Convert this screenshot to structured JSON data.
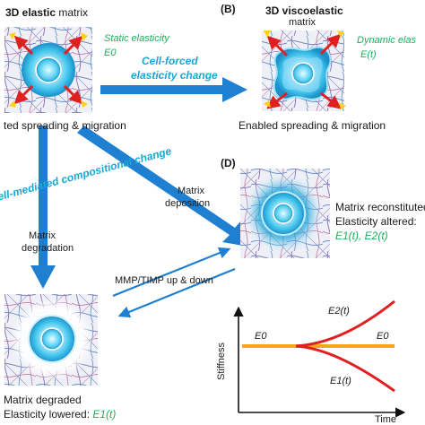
{
  "panel_a": {
    "title_bold": "3D elastic",
    "title_rest": " matrix",
    "elasticity_label": "Static elasticity",
    "elasticity_symbol": "E0",
    "caption": "ted spreading & migration"
  },
  "panel_b": {
    "letter": "(B)",
    "title_bold": "3D viscoelastic",
    "title_sub": "matrix",
    "elasticity_label": "Dynamic elas",
    "elasticity_symbol": "E(t)",
    "caption": "Enabled spreading & migration"
  },
  "arrow_top": {
    "line1": "Cell-forced",
    "line2": "elasticity change"
  },
  "diag_label": "ell-mediated compositional change",
  "deposition": {
    "line1": "Matrix",
    "line2": "deposition"
  },
  "degradation": {
    "line1": "Matrix",
    "line2": "degradation"
  },
  "panel_d": {
    "letter": "(D)",
    "line1": "Matrix reconstituted",
    "line2": "Elasticity altered:",
    "line3": "E1(t), E2(t)"
  },
  "mmp_label": "MMP/TIMP up & down",
  "panel_c": {
    "line1": "Matrix degraded",
    "line2_prefix": "Elasticity lowered: ",
    "line2_value": "E1(t)"
  },
  "plot": {
    "ylabel": "Stiffness",
    "xlabel": "Time",
    "e0_left": "E0",
    "e0_right": "E0",
    "e2": "E2(t)",
    "e1": "E1(t)"
  },
  "colors": {
    "arrow": "#1f7fd0",
    "cyan_text": "#1aa7d6",
    "green_text": "#1fae5a",
    "force_arrow": "#e01f1f",
    "focal": "#ffd21a",
    "curve_red": "#e01f1f",
    "curve_orange": "#f3a81a"
  }
}
